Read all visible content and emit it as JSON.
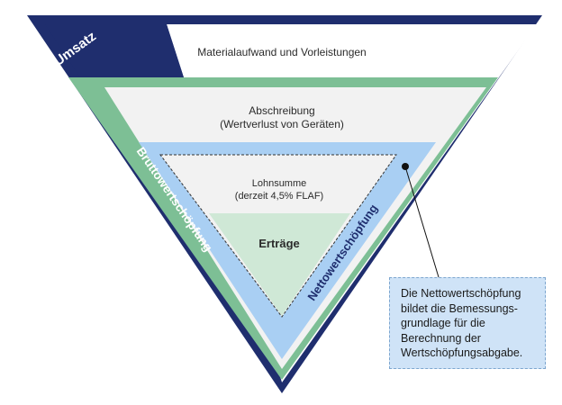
{
  "layers": {
    "umsatz": "Umsatz",
    "material": "Materialaufwand und Vorleistungen",
    "abschreibung": "Abschreibung",
    "abschreibung_detail": "(Wertverlust von Geräten)",
    "lohnsumme": "Lohnsumme",
    "lohnsumme_detail": "(derzeit 4,5% FLAF)",
    "ertraege": "Erträge",
    "brutto": "Bruttowertschöpfung",
    "netto": "Nettowertschöpfung"
  },
  "callout": {
    "lines": [
      "Die Nettowertschöpfung",
      "bildet die Bemessungs-",
      "grundlage für die",
      "Berechnung der",
      "Wertschöpfungsabgabe."
    ]
  },
  "colors": {
    "umsatz": "#1f2e6e",
    "brutto": "#7dbf95",
    "netto": "#a9cff3",
    "ertraege": "#cfe8d6",
    "panel": "#f2f2f2"
  }
}
